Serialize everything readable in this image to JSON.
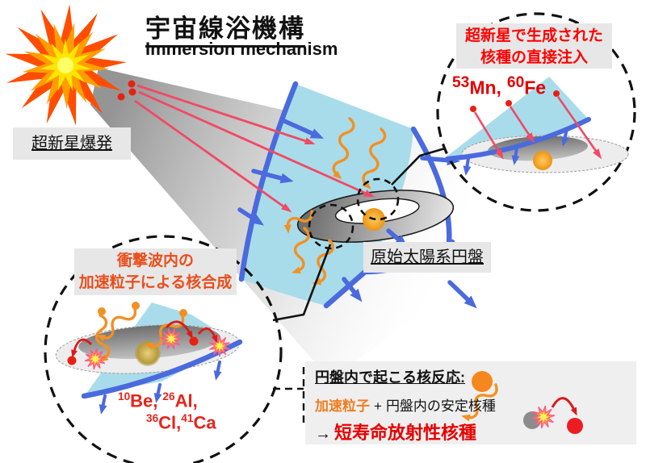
{
  "title": {
    "ja": "宇宙線浴機構",
    "en": "Immersion mechanism"
  },
  "labels": {
    "supernova": "超新星爆発",
    "protoplanetary_disk": "原始太陽系円盤"
  },
  "insets": {
    "injection": {
      "caption": [
        "超新星で生成された",
        "核種の直接注入"
      ],
      "isotopes": [
        {
          "mass": "53",
          "symbol": "Mn,"
        },
        {
          "mass": "60",
          "symbol": "Fe"
        }
      ]
    },
    "spallation": {
      "caption": [
        "衝撃波内の",
        "加速粒子による核合成"
      ],
      "isotopes_line1": [
        {
          "mass": "10",
          "symbol": "Be,"
        },
        {
          "mass": "26",
          "symbol": "Al,"
        }
      ],
      "isotopes_line2": [
        {
          "mass": "36",
          "symbol": "Cl,"
        },
        {
          "mass": "41",
          "symbol": "Ca"
        }
      ]
    }
  },
  "reaction_box": {
    "heading": "円盤内で起こる核反応:",
    "accelerated": "加速粒子",
    "plus": "+",
    "stable": "円盤内の安定核種",
    "arrow": "→",
    "result": "短寿命放射性核種"
  },
  "icons": {
    "supernova": "starburst-icon",
    "shock_front": "blue-arc-with-arrows",
    "accelerated_particle": "orange-wavy-arrow",
    "injected_nuclide": "pink-straight-arrow",
    "nuclear_reaction": "collision-starburst-icon",
    "protostar": "orange-ball-icon"
  },
  "colors": {
    "shock_blue": "#4a6ade",
    "band_blue": "#a9dcea",
    "arrow_pink": "#ef4a66",
    "particle_orange": "#f29123",
    "caption_red": "#ff0000",
    "spallation_orange_red": "#e94e1b",
    "isotope_red": "#e8231a",
    "label_bg": "#e7e7e7",
    "reaction_box_bg": "#efefef"
  }
}
